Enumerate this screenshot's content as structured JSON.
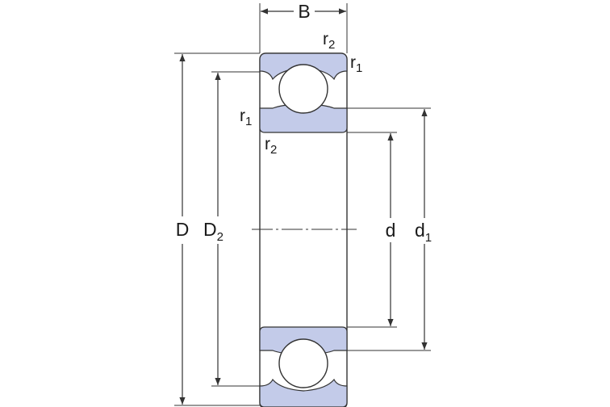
{
  "diagram": {
    "labels": {
      "B": "B",
      "D": "D",
      "D2": {
        "main": "D",
        "sub": "2"
      },
      "d": "d",
      "d1": {
        "main": "d",
        "sub": "1"
      },
      "r2_top": {
        "main": "r",
        "sub": "2"
      },
      "r1_top": {
        "main": "r",
        "sub": "1"
      },
      "r1_left": {
        "main": "r",
        "sub": "1"
      },
      "r2_left": {
        "main": "r",
        "sub": "2"
      }
    },
    "colors": {
      "ring_fill": "#c3cbe9",
      "line": "#333333",
      "background": "#ffffff"
    }
  }
}
